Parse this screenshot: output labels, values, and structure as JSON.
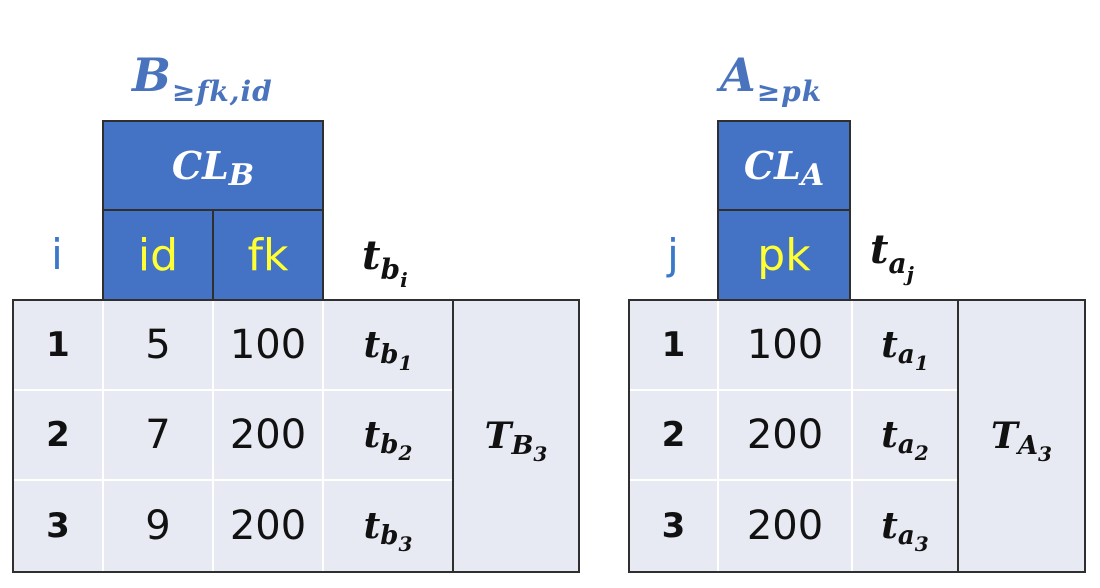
{
  "left": {
    "title": {
      "main": "B",
      "sub": "≥fk,id"
    },
    "cl": {
      "main": "CL",
      "sub": "B"
    },
    "index_header": "i",
    "columns": [
      "id",
      "fk"
    ],
    "t_header": {
      "main": "t",
      "sub": "b",
      "subsub": "i"
    },
    "rows": [
      {
        "index": "1",
        "id": "5",
        "fk": "100",
        "t": {
          "main": "t",
          "sub": "b",
          "subsub": "1"
        }
      },
      {
        "index": "2",
        "id": "7",
        "fk": "200",
        "t": {
          "main": "t",
          "sub": "b",
          "subsub": "2"
        }
      },
      {
        "index": "3",
        "id": "9",
        "fk": "200",
        "t": {
          "main": "t",
          "sub": "b",
          "subsub": "3"
        }
      }
    ],
    "group": {
      "main": "T",
      "sub": "B",
      "subsub": "3"
    }
  },
  "right": {
    "title": {
      "main": "A",
      "sub": "≥pk"
    },
    "cl": {
      "main": "CL",
      "sub": "A"
    },
    "index_header": "j",
    "columns": [
      "pk"
    ],
    "t_header": {
      "main": "t",
      "sub": "a",
      "subsub": "j"
    },
    "rows": [
      {
        "index": "1",
        "pk": "100",
        "t": {
          "main": "t",
          "sub": "a",
          "subsub": "1"
        }
      },
      {
        "index": "2",
        "pk": "200",
        "t": {
          "main": "t",
          "sub": "a",
          "subsub": "2"
        }
      },
      {
        "index": "3",
        "pk": "200",
        "t": {
          "main": "t",
          "sub": "a",
          "subsub": "3"
        }
      }
    ],
    "group": {
      "main": "T",
      "sub": "A",
      "subsub": "3"
    }
  }
}
